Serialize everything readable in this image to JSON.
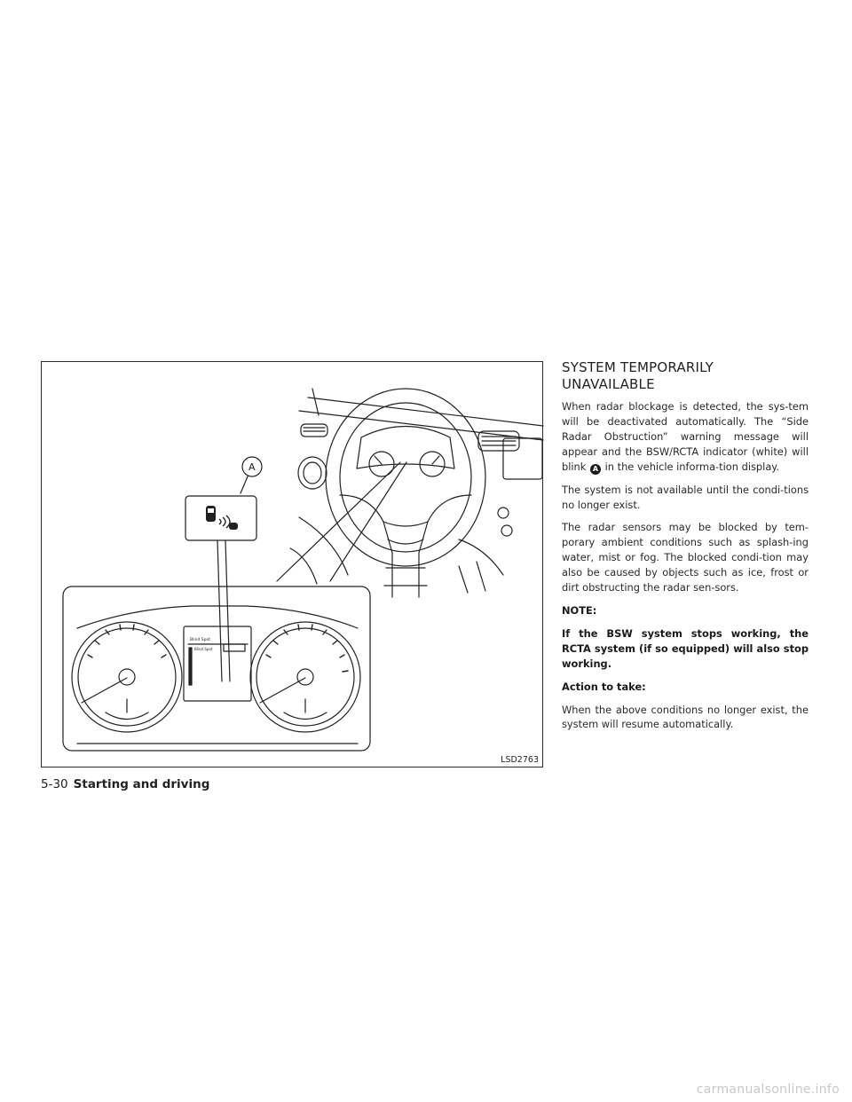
{
  "figure": {
    "callout_label": "A",
    "code": "LSD2763",
    "display_title": "Blind Spot",
    "display_sub": "Blind Spot",
    "icons": [
      "bsw-rcta-indicator-icon",
      "steering-wheel",
      "instrument-cluster"
    ]
  },
  "section": {
    "title_line1": "SYSTEM TEMPORARILY",
    "title_line2": "UNAVAILABLE",
    "p1_before": "When radar blockage is detected, the sys-tem will be deactivated automatically. The “Side Radar Obstruction” warning message will appear and the BSW/RCTA indicator (white) will blink ",
    "p1_callout": "A",
    "p1_after": " in the vehicle informa-tion display.",
    "p2": "The system is not available until the condi-tions no longer exist.",
    "p3": "The radar sensors may be blocked by tem-porary ambient conditions such as splash-ing water, mist or fog. The blocked condi-tion may also be caused by objects such as ice, frost or dirt obstructing the radar sen-sors.",
    "note_label": "NOTE:",
    "note_text": "If the BSW system stops working, the RCTA system (if so equipped) will also stop working.",
    "action_label": "Action to take:",
    "action_text": "When the above conditions no longer exist, the system will resume automatically."
  },
  "footer": {
    "page_number": "5-30",
    "section_name": "Starting and driving"
  },
  "watermark": "carmanualsonline.info"
}
